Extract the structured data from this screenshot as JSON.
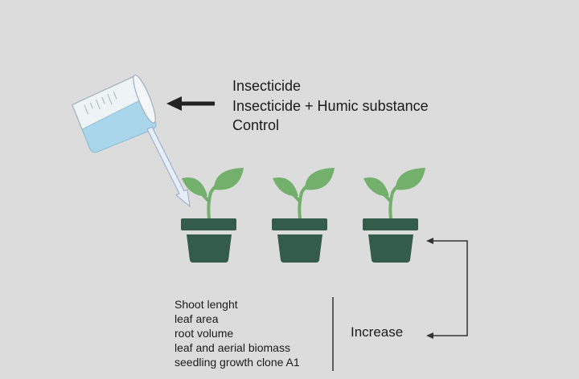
{
  "treatments": [
    "Insecticide",
    "Insecticide + Humic substance",
    "Control"
  ],
  "parameters": [
    "Shoot lenght",
    "leaf area",
    "root volume",
    "leaf and aerial biomass",
    "seedling growth clone A1"
  ],
  "effect_label": "Increase",
  "colors": {
    "background": "#dcdcdc",
    "pot": "#335c4a",
    "leaf": "#72b06c",
    "water": "#a9d6ea",
    "arrow": "#222222"
  }
}
